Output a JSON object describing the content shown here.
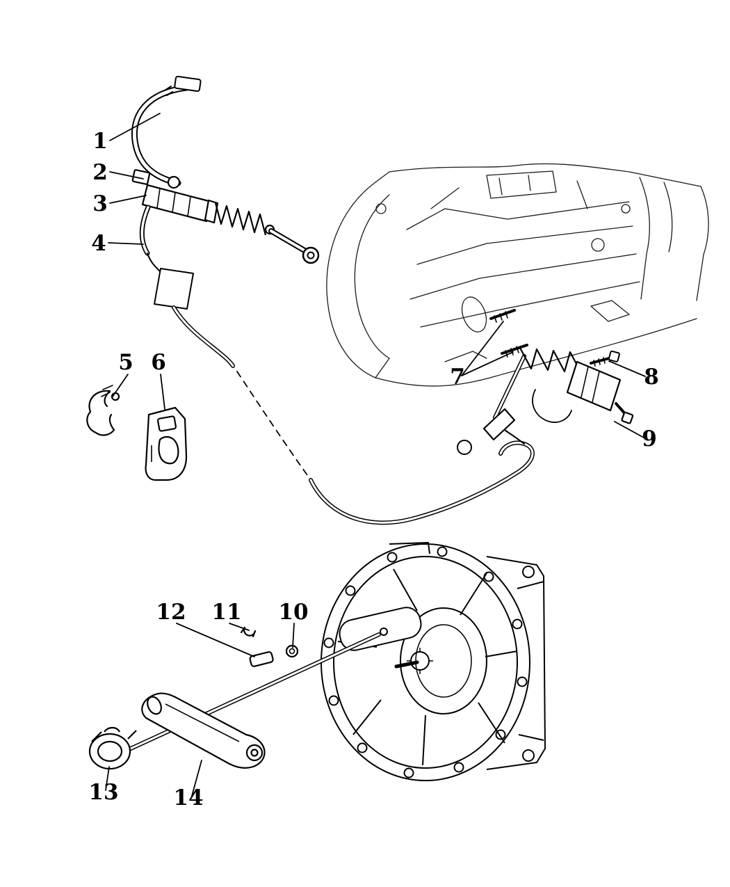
{
  "diagram": {
    "type": "exploded-parts-line-drawing",
    "background_color": "#ffffff",
    "line_color": "#000000",
    "callouts": [
      {
        "num": "1"
      },
      {
        "num": "2"
      },
      {
        "num": "3"
      },
      {
        "num": "4"
      },
      {
        "num": "5"
      },
      {
        "num": "6"
      },
      {
        "num": "7"
      },
      {
        "num": "8"
      },
      {
        "num": "9"
      },
      {
        "num": "10"
      },
      {
        "num": "11"
      },
      {
        "num": "12"
      },
      {
        "num": "13"
      },
      {
        "num": "14"
      }
    ]
  }
}
